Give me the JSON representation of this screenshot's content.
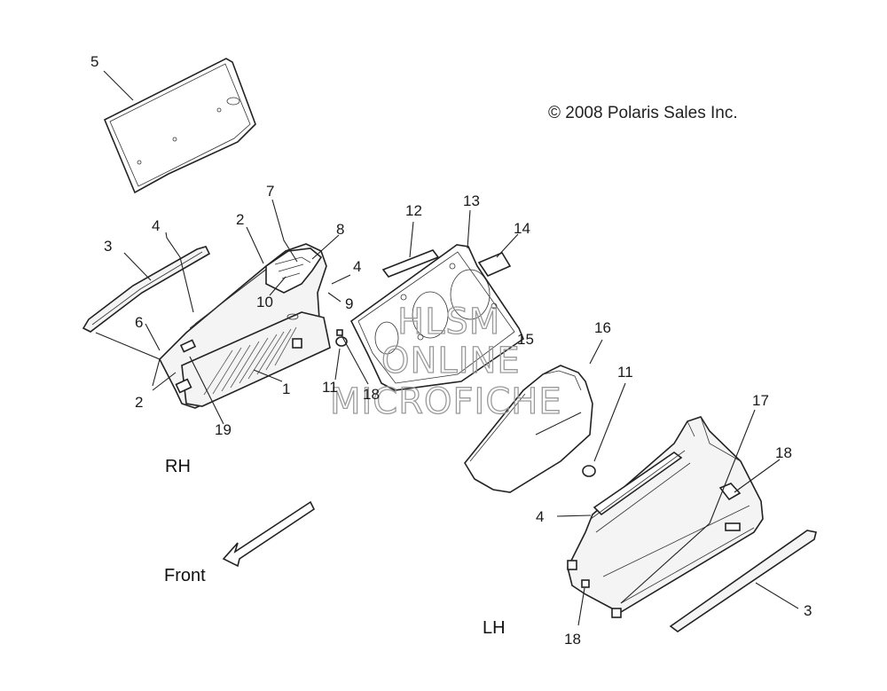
{
  "copyright": "© 2008 Polaris Sales Inc.",
  "watermark": [
    "HLSM",
    "ONLINE",
    "MICROFICHE"
  ],
  "side_labels": {
    "rh": "RH",
    "lh": "LH",
    "front": "Front"
  },
  "callouts": {
    "c5": "5",
    "c4a": "4",
    "c3a": "3",
    "c2a": "2",
    "c7": "7",
    "c8": "8",
    "c4b": "4",
    "c10": "10",
    "c9": "9",
    "c6": "6",
    "c2b": "2",
    "c19": "19",
    "c1": "1",
    "c11a": "11",
    "c18a": "18",
    "c12": "12",
    "c13": "13",
    "c14": "14",
    "c15": "15",
    "c16": "16",
    "c11b": "11",
    "c17": "17",
    "c18b": "18",
    "c4c": "4",
    "c3b": "3",
    "c18c": "18"
  }
}
